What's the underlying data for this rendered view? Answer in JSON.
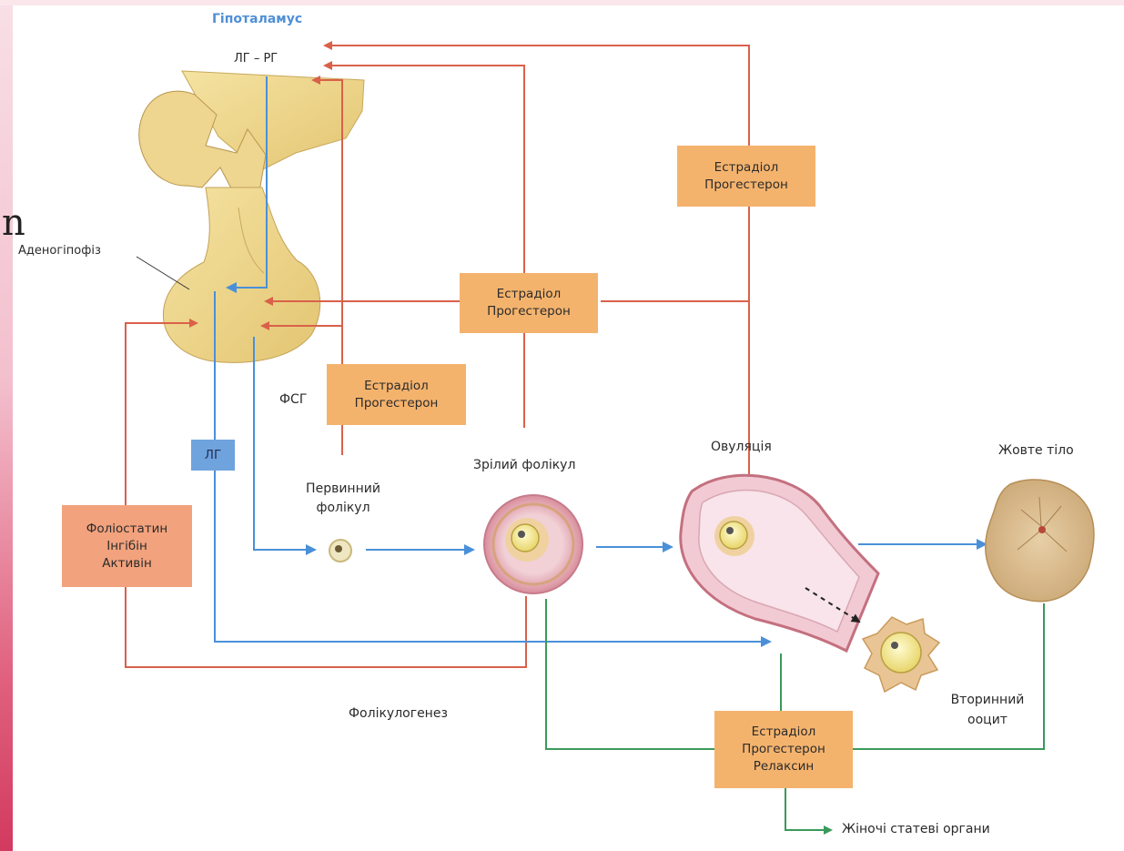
{
  "labels": {
    "hypothalamus": "Гіпоталамус",
    "lh_rh": "ЛГ – РГ",
    "adenohypophysis": "Аденогіпофіз",
    "fsh": "ФСГ",
    "lh": "ЛГ",
    "primary_follicle_line1": "Первинний",
    "primary_follicle_line2": "фолікул",
    "mature_follicle": "Зрілий фолікул",
    "ovulation": "Овуляція",
    "corpus_luteum": "Жовте тіло",
    "secondary_oocyte_line1": "Вторинний",
    "secondary_oocyte_line2": "ооцит",
    "folliculogenesis": "Фолікулогенез",
    "female_organs": "Жіночі статеві органи",
    "stray_glyph": "n"
  },
  "boxes": {
    "top_right": {
      "line1": "Естрадіол",
      "line2": "Прогестерон"
    },
    "middle": {
      "line1": "Естрадіол",
      "line2": "Прогестерон"
    },
    "lower": {
      "line1": "Естрадіол",
      "line2": "Прогестерон"
    },
    "follistatin": {
      "line1": "Фоліостатин",
      "line2": "Інгібін",
      "line3": "Активін"
    },
    "bottom": {
      "line1": "Естрадіол",
      "line2": "Прогестерон",
      "line3": "Релаксин"
    }
  },
  "colors": {
    "feedback_arrow": "#d9614a",
    "hormone_arrow": "#4a90d9",
    "output_arrow": "#3a9a5a",
    "box_orange": "#f4b36d",
    "box_salmon": "#f2a27d",
    "box_blue": "#6fa3de"
  }
}
